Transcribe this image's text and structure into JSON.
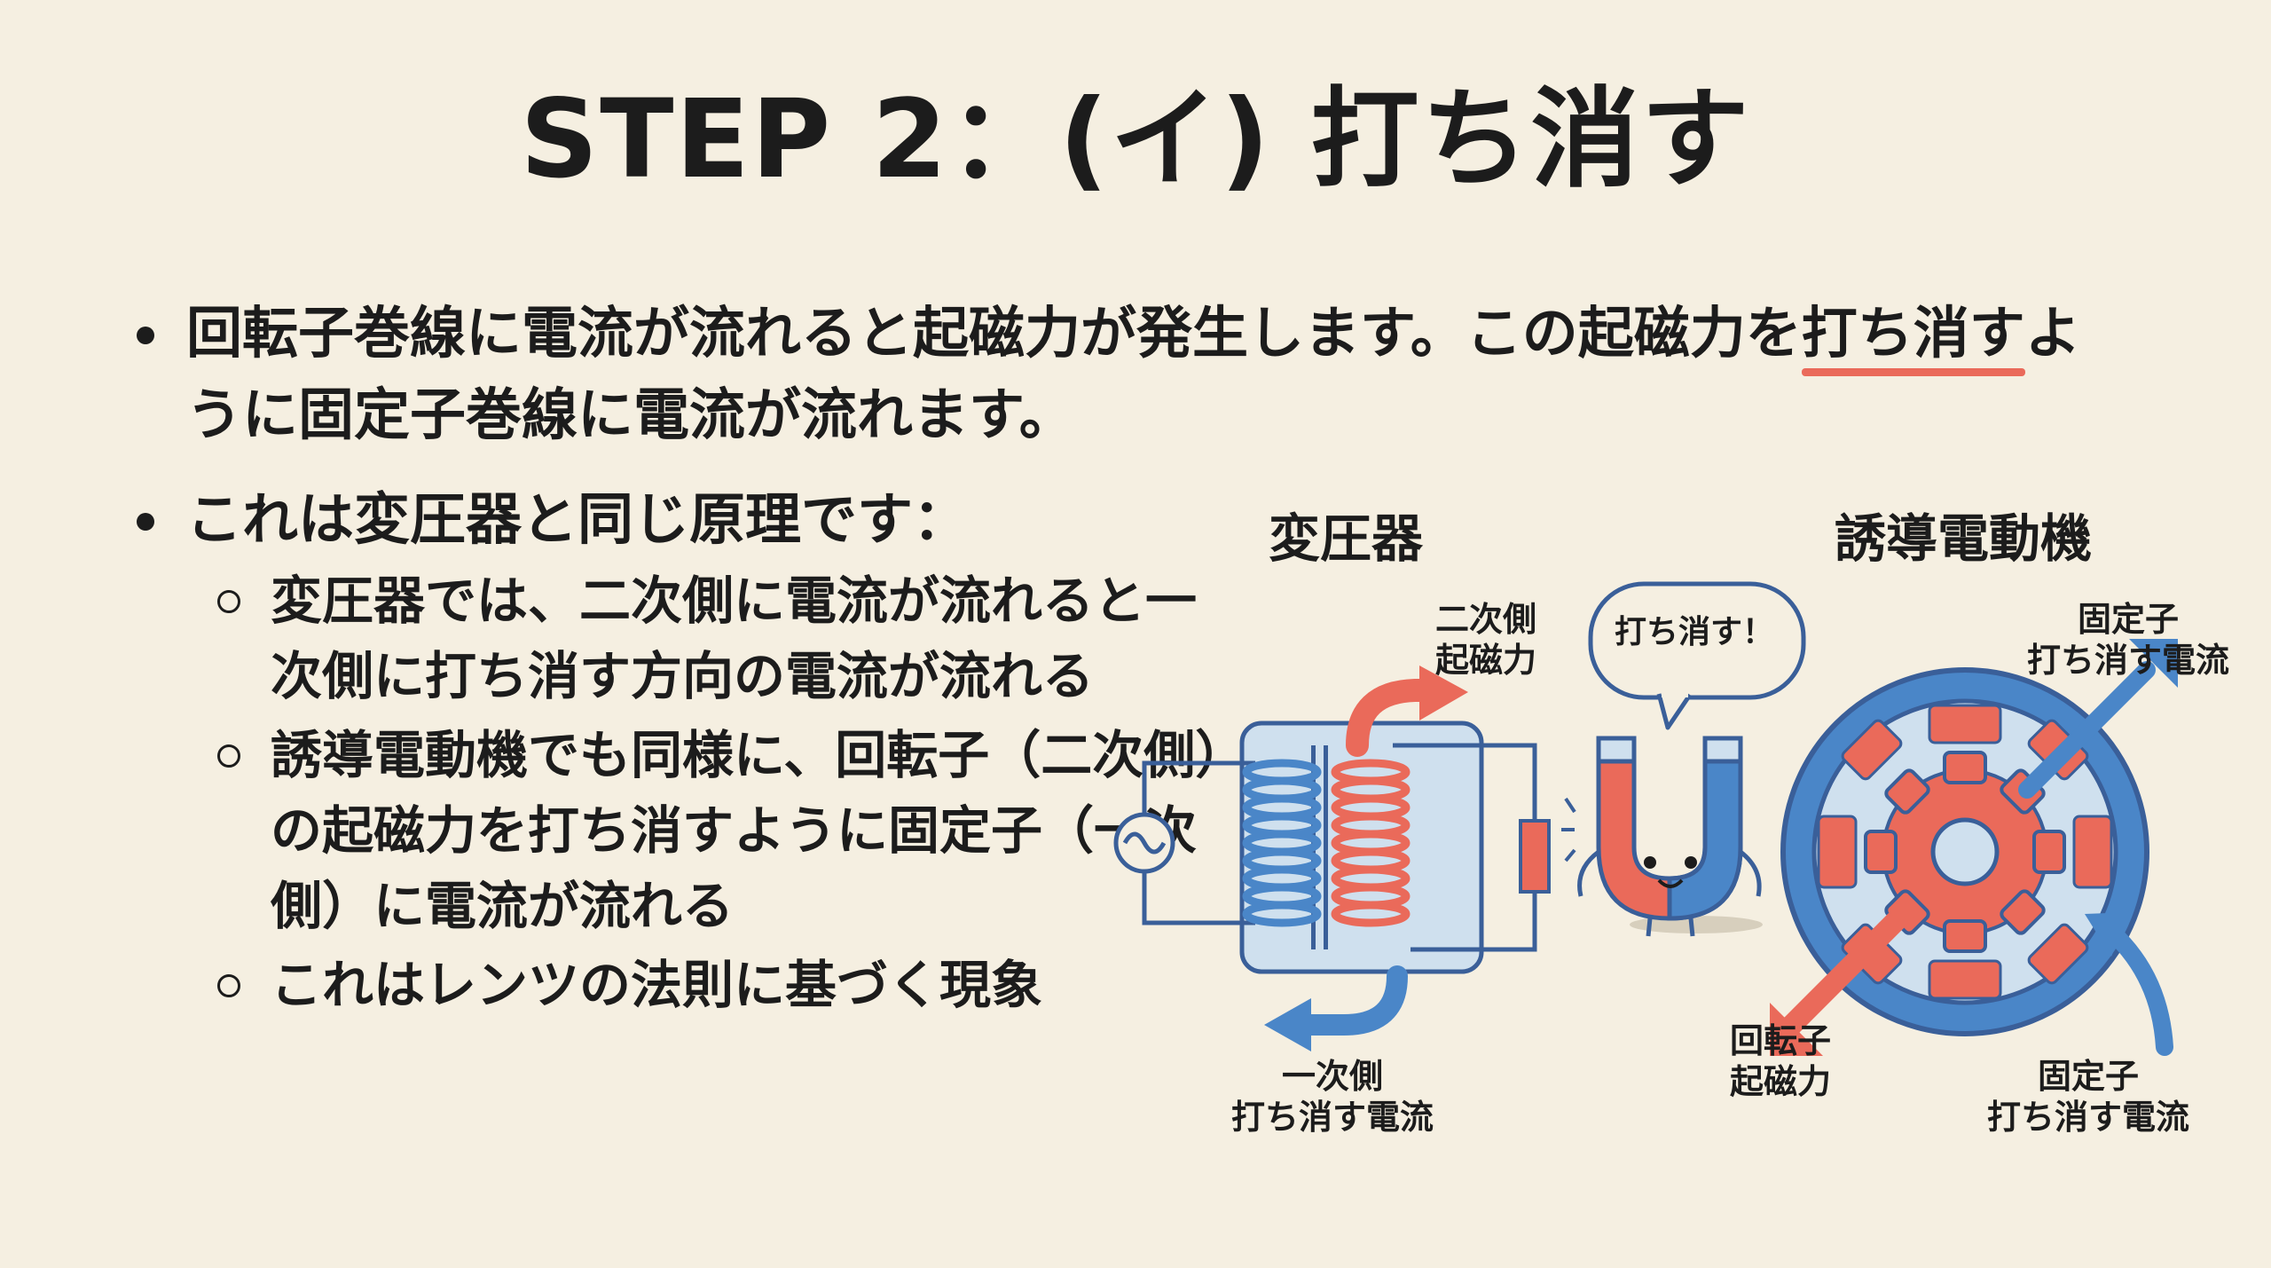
{
  "title": "STEP 2：(イ) 打ち消す",
  "bullet1": {
    "before": "回転子巻線に電流が流れると起磁力が発生します。この起磁力を",
    "highlight": "打ち消す",
    "after": "ように固定子巻線に電流が流れます。"
  },
  "bullet2": "これは変圧器と同じ原理です：",
  "subbullets": [
    "変圧器では、二次側に電流が流れると一次側に打ち消す方向の電流が流れる",
    "誘導電動機でも同様に、回転子（二次側）の起磁力を打ち消すように固定子（一次側）に電流が流れる",
    "これはレンツの法則に基づく現象"
  ],
  "diagram": {
    "transformer_title": "変圧器",
    "motor_title": "誘導電動機",
    "speech_bubble": "打ち消す！",
    "secondary_mmf": [
      "二次側",
      "起磁力"
    ],
    "primary_current": [
      "一次側",
      "打ち消す電流"
    ],
    "stator_top": [
      "固定子",
      "打ち消す電流"
    ],
    "rotor_mmf": [
      "回転子",
      "起磁力"
    ],
    "stator_bottom": [
      "固定子",
      "打ち消す電流"
    ],
    "colors": {
      "red": "#ea6a5a",
      "blue": "#4a86c8",
      "dark_blue": "#3a5f99",
      "light_blue": "#cfe0ee"
    }
  }
}
